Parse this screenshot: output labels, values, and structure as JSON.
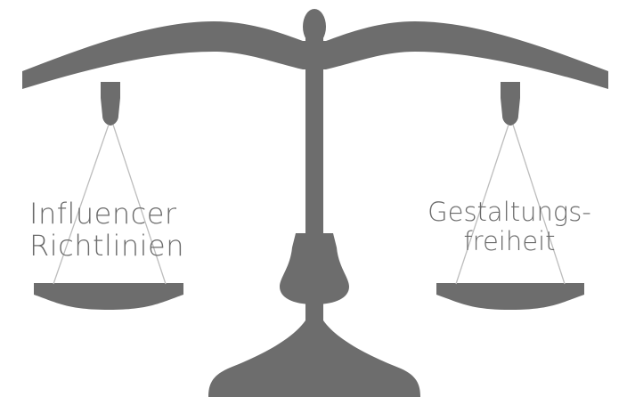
{
  "colors": {
    "scale": "#6d6d6d",
    "strings": "#bdbdbd",
    "label": "#6b6b6b",
    "background": "#ffffff"
  },
  "left_pan": {
    "label_lines": [
      "Influencer",
      "Richtlinien"
    ]
  },
  "right_pan": {
    "label_lines": [
      "Gestaltungs-",
      "freiheit"
    ]
  }
}
